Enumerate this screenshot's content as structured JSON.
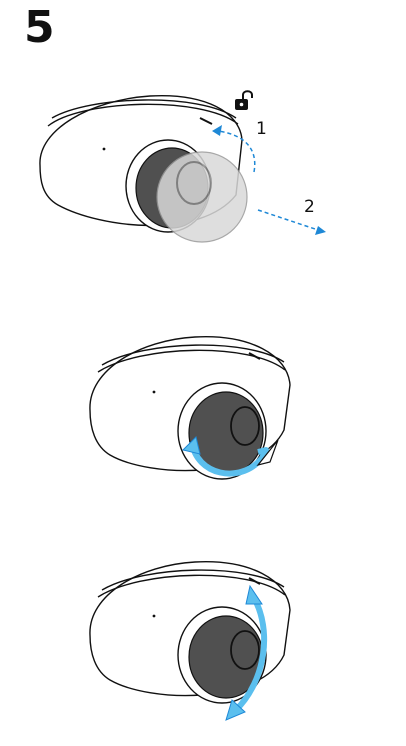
{
  "step": {
    "number": "5"
  },
  "panels": [
    {
      "id": "panel-remove-cover",
      "callouts": [
        "1",
        "2"
      ]
    },
    {
      "id": "panel-rotate-lens"
    },
    {
      "id": "panel-tilt-lens"
    }
  ],
  "colors": {
    "arrow": "#1e88d6",
    "arrow_fill": "#5bbfee",
    "lens": "#505050",
    "cover": "#d9d9d9"
  }
}
